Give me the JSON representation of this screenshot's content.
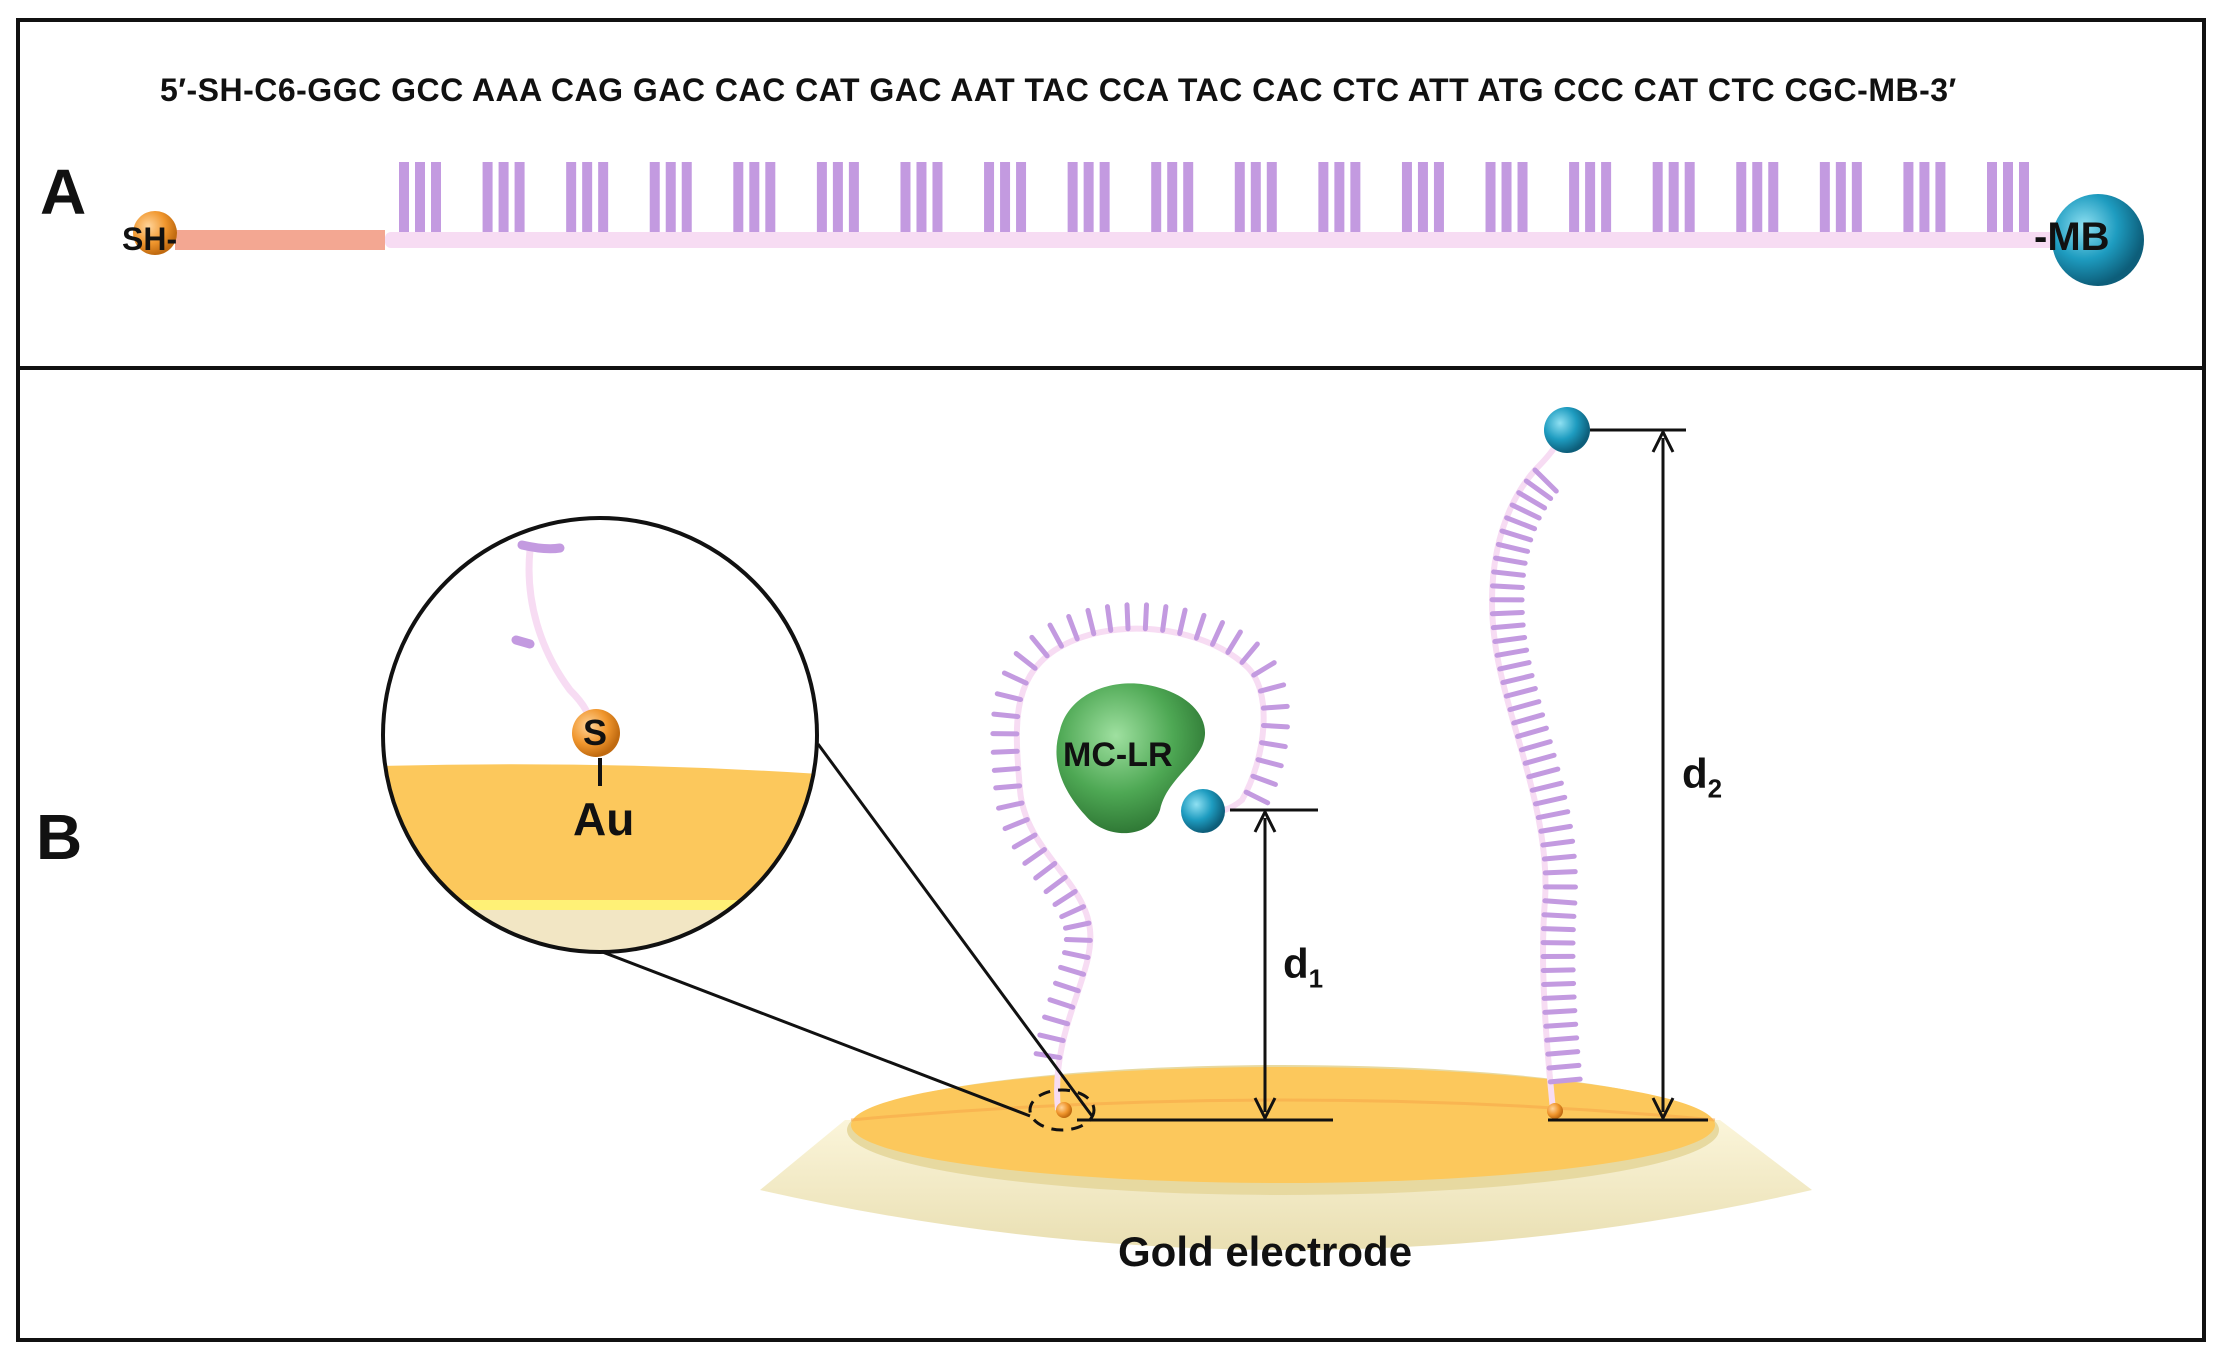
{
  "panel_a": {
    "label": "A",
    "sequence": "5′-SH-C6-GGC GCC AAA CAG GAC CAC CAT GAC AAT TAC CCA TAC CAC CTC ATT ATG CCC CAT CTC CGC-MB-3′",
    "thiol_label": "SH-",
    "mb_label": "-MB",
    "codon_count": 20
  },
  "panel_b": {
    "label": "B",
    "inset": {
      "s_label": "S",
      "au_label": "Au"
    },
    "target_label": "MC-LR",
    "d1_label": "d",
    "d1_sub": "1",
    "d2_label": "d",
    "d2_sub": "2",
    "electrode_label": "Gold electrode"
  },
  "colors": {
    "thiol": "#f0962d",
    "linker": "#f3a792",
    "strand": "#f7dcf3",
    "bases": "#c39ae0",
    "methylene_blue": "#1e9cc0",
    "gold": "#fcc85c",
    "electrode_rim": "#f4ecc6",
    "mc_lr": "#4ea854"
  }
}
